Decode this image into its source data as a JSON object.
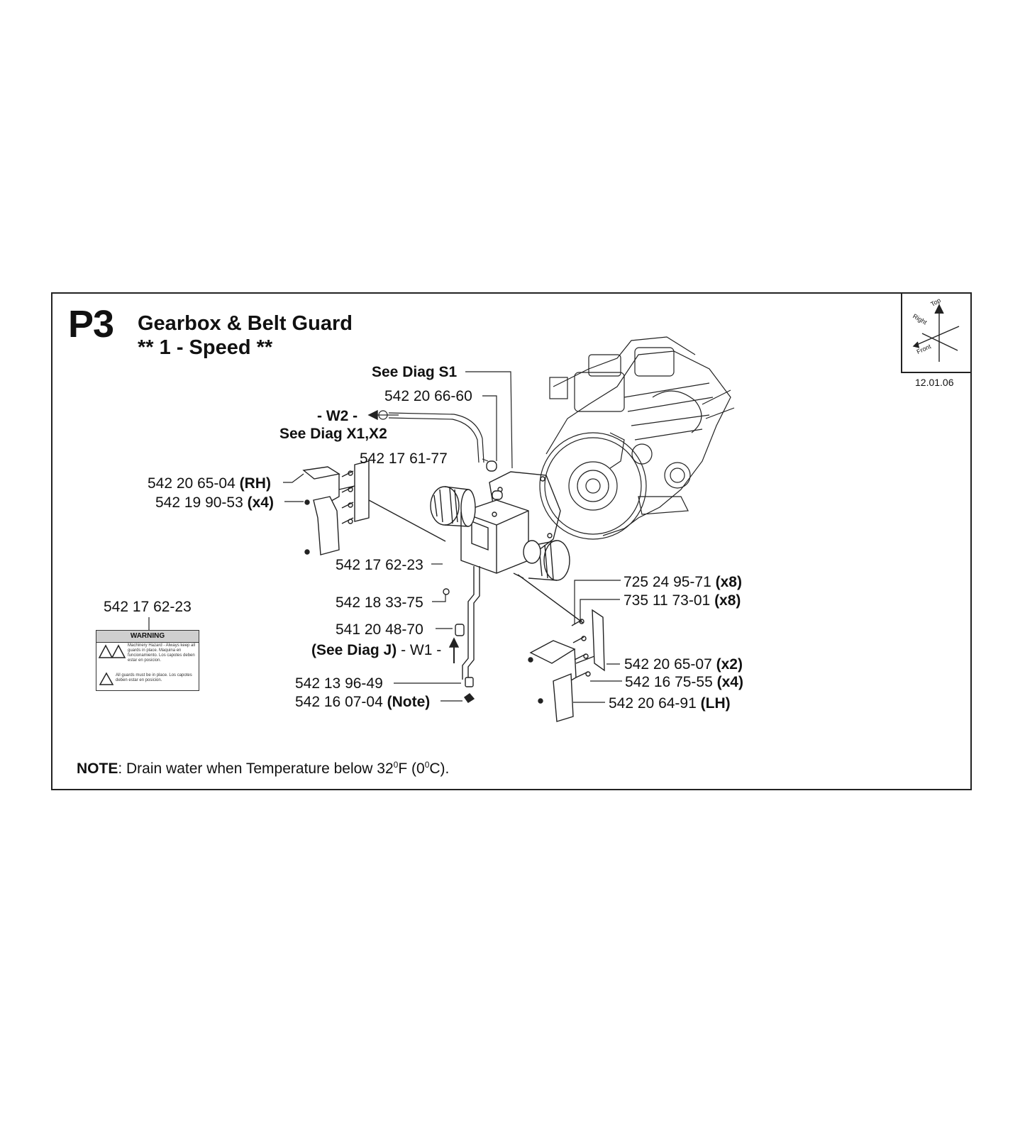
{
  "page": {
    "code": "P3",
    "title": "Gearbox & Belt Guard",
    "subtitle": "** 1 - Speed **",
    "date": "12.01.06"
  },
  "orientation": {
    "top": "Top",
    "right": "Right",
    "front": "Front"
  },
  "callouts": {
    "see_diag_s1": "See Diag S1",
    "c1": {
      "code": "542 20 66-60"
    },
    "w2": "- W2 -",
    "see_diag_x": "See Diag X1,X2",
    "c2": {
      "code": "542 17 61-77"
    },
    "c3": {
      "code": "542 20 65-04",
      "suffix": "(RH)"
    },
    "c4": {
      "code": "542 19 90-53",
      "suffix": "(x4)"
    },
    "c5": {
      "code": "542 17 62-23"
    },
    "c6": {
      "code": "542 18 33-75"
    },
    "c7": {
      "code": "541 20 48-70"
    },
    "see_diag_j": "(See Diag J)",
    "w1": "- W1 -",
    "c8": {
      "code": "542 13 96-49"
    },
    "c9": {
      "code": "542 16 07-04",
      "suffix": "(Note)"
    },
    "c10": {
      "code": "725 24 95-71",
      "suffix": "(x8)"
    },
    "c11": {
      "code": "735 11 73-01",
      "suffix": "(x8)"
    },
    "c12": {
      "code": "542 20 65-07",
      "suffix": "(x2)"
    },
    "c13": {
      "code": "542 16 75-55",
      "suffix": "(x4)"
    },
    "c14": {
      "code": "542 20 64-91",
      "suffix": "(LH)"
    }
  },
  "warning_label": {
    "code": "542 17 62-23",
    "header": "WARNING",
    "text1": "Machinery Hazard - Always keep all guards in place. Maquina en funcionamiento. Los capotes deben estar en posicion.",
    "text2": "All guards must be in place. Los capotes deben estar en posicion."
  },
  "note": {
    "label": "NOTE",
    "text_a": ": Drain water when Temperature below 32",
    "deg1": "0",
    "text_b": "F (0",
    "deg2": "0",
    "text_c": "C)."
  }
}
